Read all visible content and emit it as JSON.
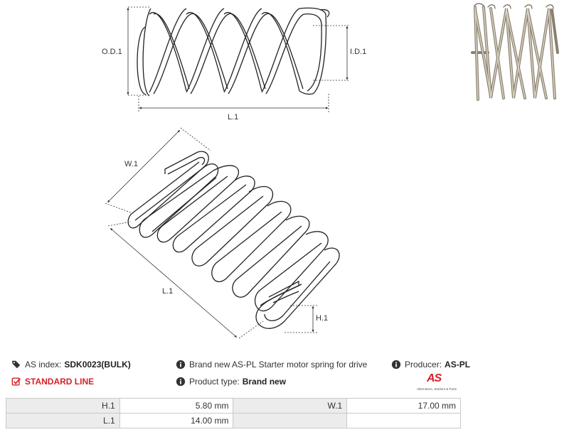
{
  "drawing": {
    "top_labels": {
      "od": "O.D.1",
      "id": "I.D.1",
      "length": "L.1"
    },
    "side_labels": {
      "width": "W.1",
      "length": "L.1",
      "height": "H.1"
    }
  },
  "info": {
    "as_index_label": "AS index:",
    "as_index_value": "SDK0023(BULK)",
    "standard_line": "STANDARD LINE",
    "description": "Brand new AS-PL Starter motor spring for drive",
    "product_type_label": "Product type:",
    "product_type_value": "Brand new",
    "producer_label": "Producer:",
    "producer_value": "AS-PL"
  },
  "logo": {
    "mark": "AS",
    "tagline": "Alternators, Starters & Parts"
  },
  "params": [
    {
      "k1": "H.1",
      "v1": "5.80 mm",
      "k2": "W.1",
      "v2": "17.00 mm"
    },
    {
      "k1": "L.1",
      "v1": "14.00 mm",
      "k2": "",
      "v2": ""
    }
  ],
  "colors": {
    "accent": "#d6202a",
    "table_header": "#ececec",
    "border": "#c9c9c9"
  }
}
